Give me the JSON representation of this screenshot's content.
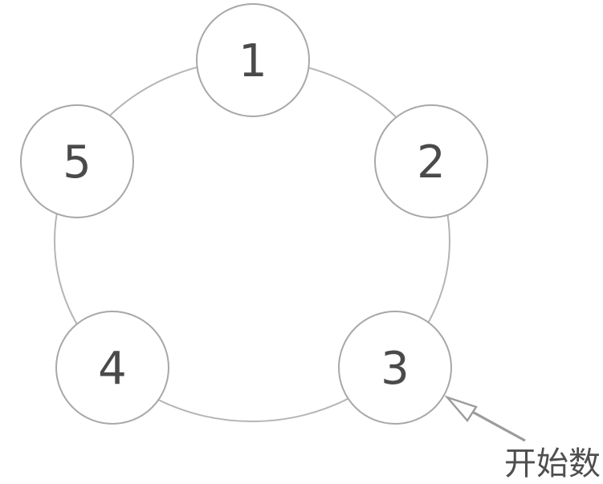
{
  "diagram": {
    "type": "circular-ring-of-nodes",
    "description": "Five numbered circles arranged in a ring (counting circle diagram)",
    "nodes": [
      {
        "label": "1"
      },
      {
        "label": "2"
      },
      {
        "label": "3"
      },
      {
        "label": "4"
      },
      {
        "label": "5"
      }
    ],
    "annotation": {
      "label": "开始数",
      "points_to_node": "3"
    },
    "colors": {
      "background": "#ffffff",
      "ring_stroke": "#b5b5b5",
      "node_stroke": "#a8a8a8",
      "node_fill": "#ffffff",
      "number_color": "#4a4a4a",
      "arrow_color": "#9c9c9c",
      "label_color": "#4f4f4f"
    }
  }
}
